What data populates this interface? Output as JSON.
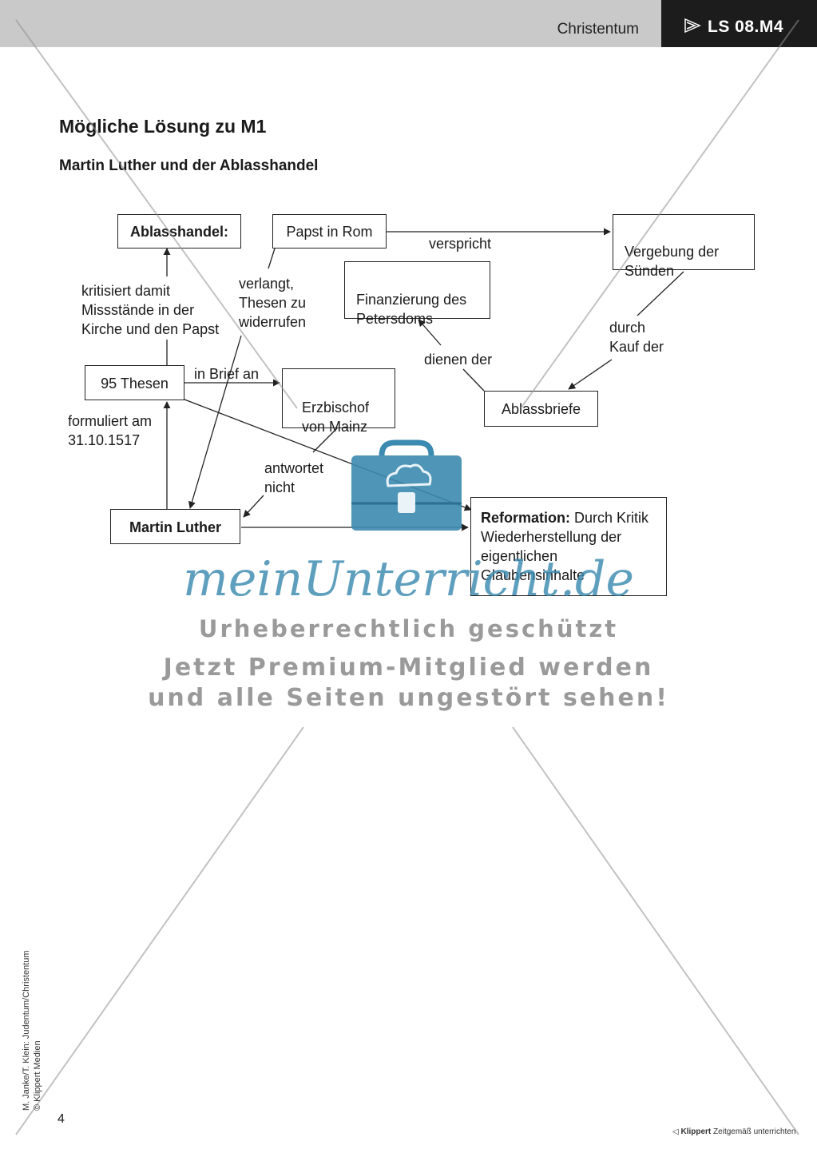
{
  "header": {
    "subject": "Christentum",
    "code": "LS 08.M4",
    "bar_color": "#c9c9c9",
    "code_box_color": "#1c1c1c"
  },
  "title": "Mögliche Lösung zu M1",
  "subtitle": "Martin Luther und der Ablasshandel",
  "nodes": {
    "ablasshandel": "Ablasshandel:",
    "papst": "Papst in Rom",
    "vergebung": "Vergebung der\nSünden",
    "finanzierung": "Finanzierung des\nPetersdoms",
    "thesen": "95 Thesen",
    "erzbischof": "Erzbischof\nvon Mainz",
    "ablassbriefe": "Ablassbriefe",
    "luther": "Martin Luther",
    "reformation_bold": "Reformation:",
    "reformation_text": " Durch Kritik Wiederherstellung der eigentlichen Glaubensinhalte"
  },
  "edge_labels": {
    "verspricht": "verspricht",
    "kritisiert": "kritisiert damit\nMissstände in der\nKirche und den Papst",
    "verlangt": "verlangt,\nThesen zu\nwiderrufen",
    "durch_kauf": "durch\nKauf der",
    "dienen": "dienen der",
    "in_brief": "in Brief an",
    "formuliert": "formuliert am\n31.10.1517",
    "antwortet": "antwortet\nnicht"
  },
  "watermark": {
    "brand": "meinUnterricht.de",
    "line1": "Urheberrechtlich geschützt",
    "line2": "Jetzt Premium-Mitglied werden",
    "line3": "und alle Seiten ungestört sehen!",
    "accent_color": "#3b8ab0"
  },
  "footer": {
    "credit_line1": "M. Janke/T. Klein: Judentum/Christentum",
    "credit_line2": "© Klippert Medien",
    "page_number": "4",
    "brand_name": "Klippert",
    "brand_tagline": "Zeitgemäß unterrichten"
  }
}
